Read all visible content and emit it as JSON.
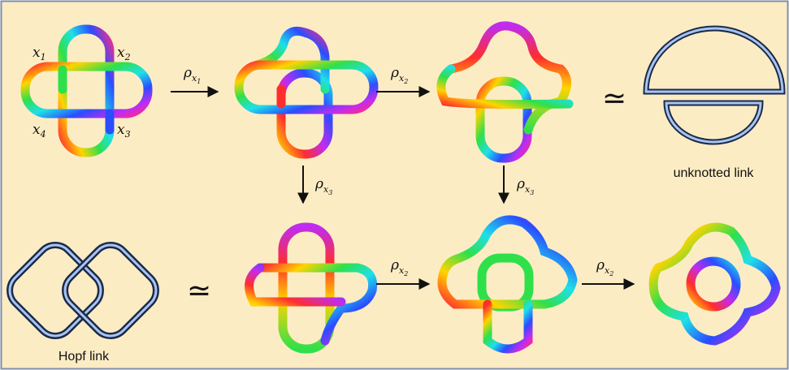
{
  "colors": {
    "background": "#fcecc4",
    "frame": "#7f8fa8",
    "wire_outer": "#1a2a4a",
    "wire_inner": "#a8c4f0",
    "arrow": "#111111"
  },
  "labels": {
    "corner_base": "x",
    "corners": [
      "1",
      "2",
      "3",
      "4"
    ],
    "arrow_base": "ρ",
    "arrow_sub_base": "x"
  },
  "arrows": [
    {
      "id": "a1",
      "sub": "1"
    },
    {
      "id": "a2",
      "sub": "2"
    },
    {
      "id": "a3",
      "sub": "3"
    },
    {
      "id": "a4",
      "sub": "3"
    },
    {
      "id": "a5",
      "sub": "2"
    },
    {
      "id": "a6",
      "sub": "2"
    }
  ],
  "equivalence_symbol": "≃",
  "captions": {
    "unknotted": "unknotted link",
    "hopf": "Hopf link"
  },
  "icons": {
    "knot": "rainbow-knot-icon",
    "unknot": "unknotted-link-icon",
    "hopf": "hopf-link-icon"
  }
}
